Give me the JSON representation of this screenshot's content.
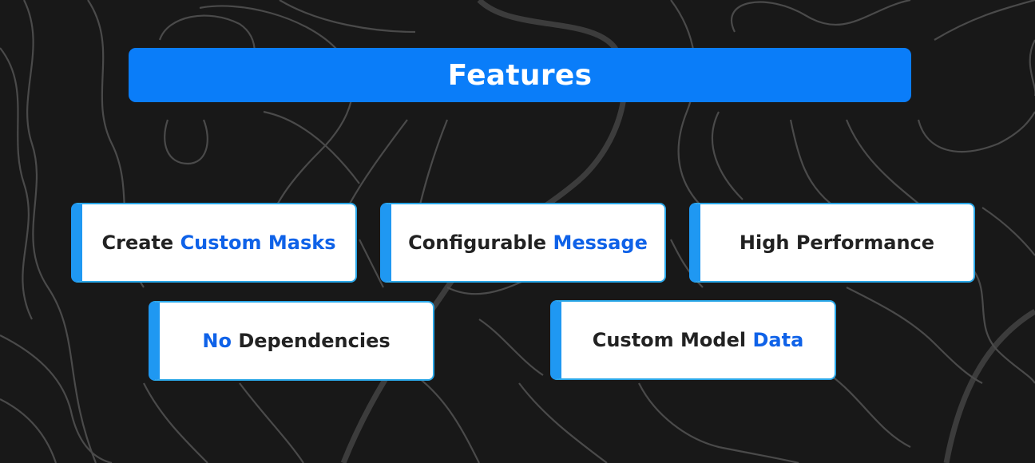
{
  "header": {
    "title": "Features"
  },
  "features": [
    {
      "before": "Create",
      "after": "Custom Masks",
      "after_accent": true
    },
    {
      "before": "Configurable",
      "after": "Message",
      "after_accent": true
    },
    {
      "before": "High Performance",
      "after": "",
      "after_accent": false
    },
    {
      "before": "No",
      "after": "Dependencies",
      "before_accent": true
    },
    {
      "before": "Custom Model",
      "after": "Data",
      "after_accent": true
    }
  ],
  "colors": {
    "background": "#181818",
    "header": "#0a7df9",
    "card_accent_bar": "#1f98f2",
    "card_border": "#2aa7e8",
    "text_dark": "#222222",
    "text_accent": "#0f62e8"
  }
}
